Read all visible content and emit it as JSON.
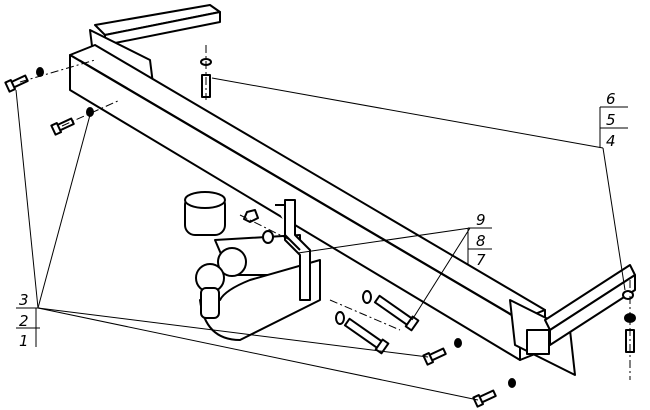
{
  "drawing": {
    "callouts": {
      "top_right": [
        "6",
        "5",
        "4"
      ],
      "middle": [
        "9",
        "8",
        "7"
      ],
      "left": [
        "3",
        "2",
        "1"
      ]
    },
    "line_color": "#000000",
    "background": "#ffffff"
  }
}
